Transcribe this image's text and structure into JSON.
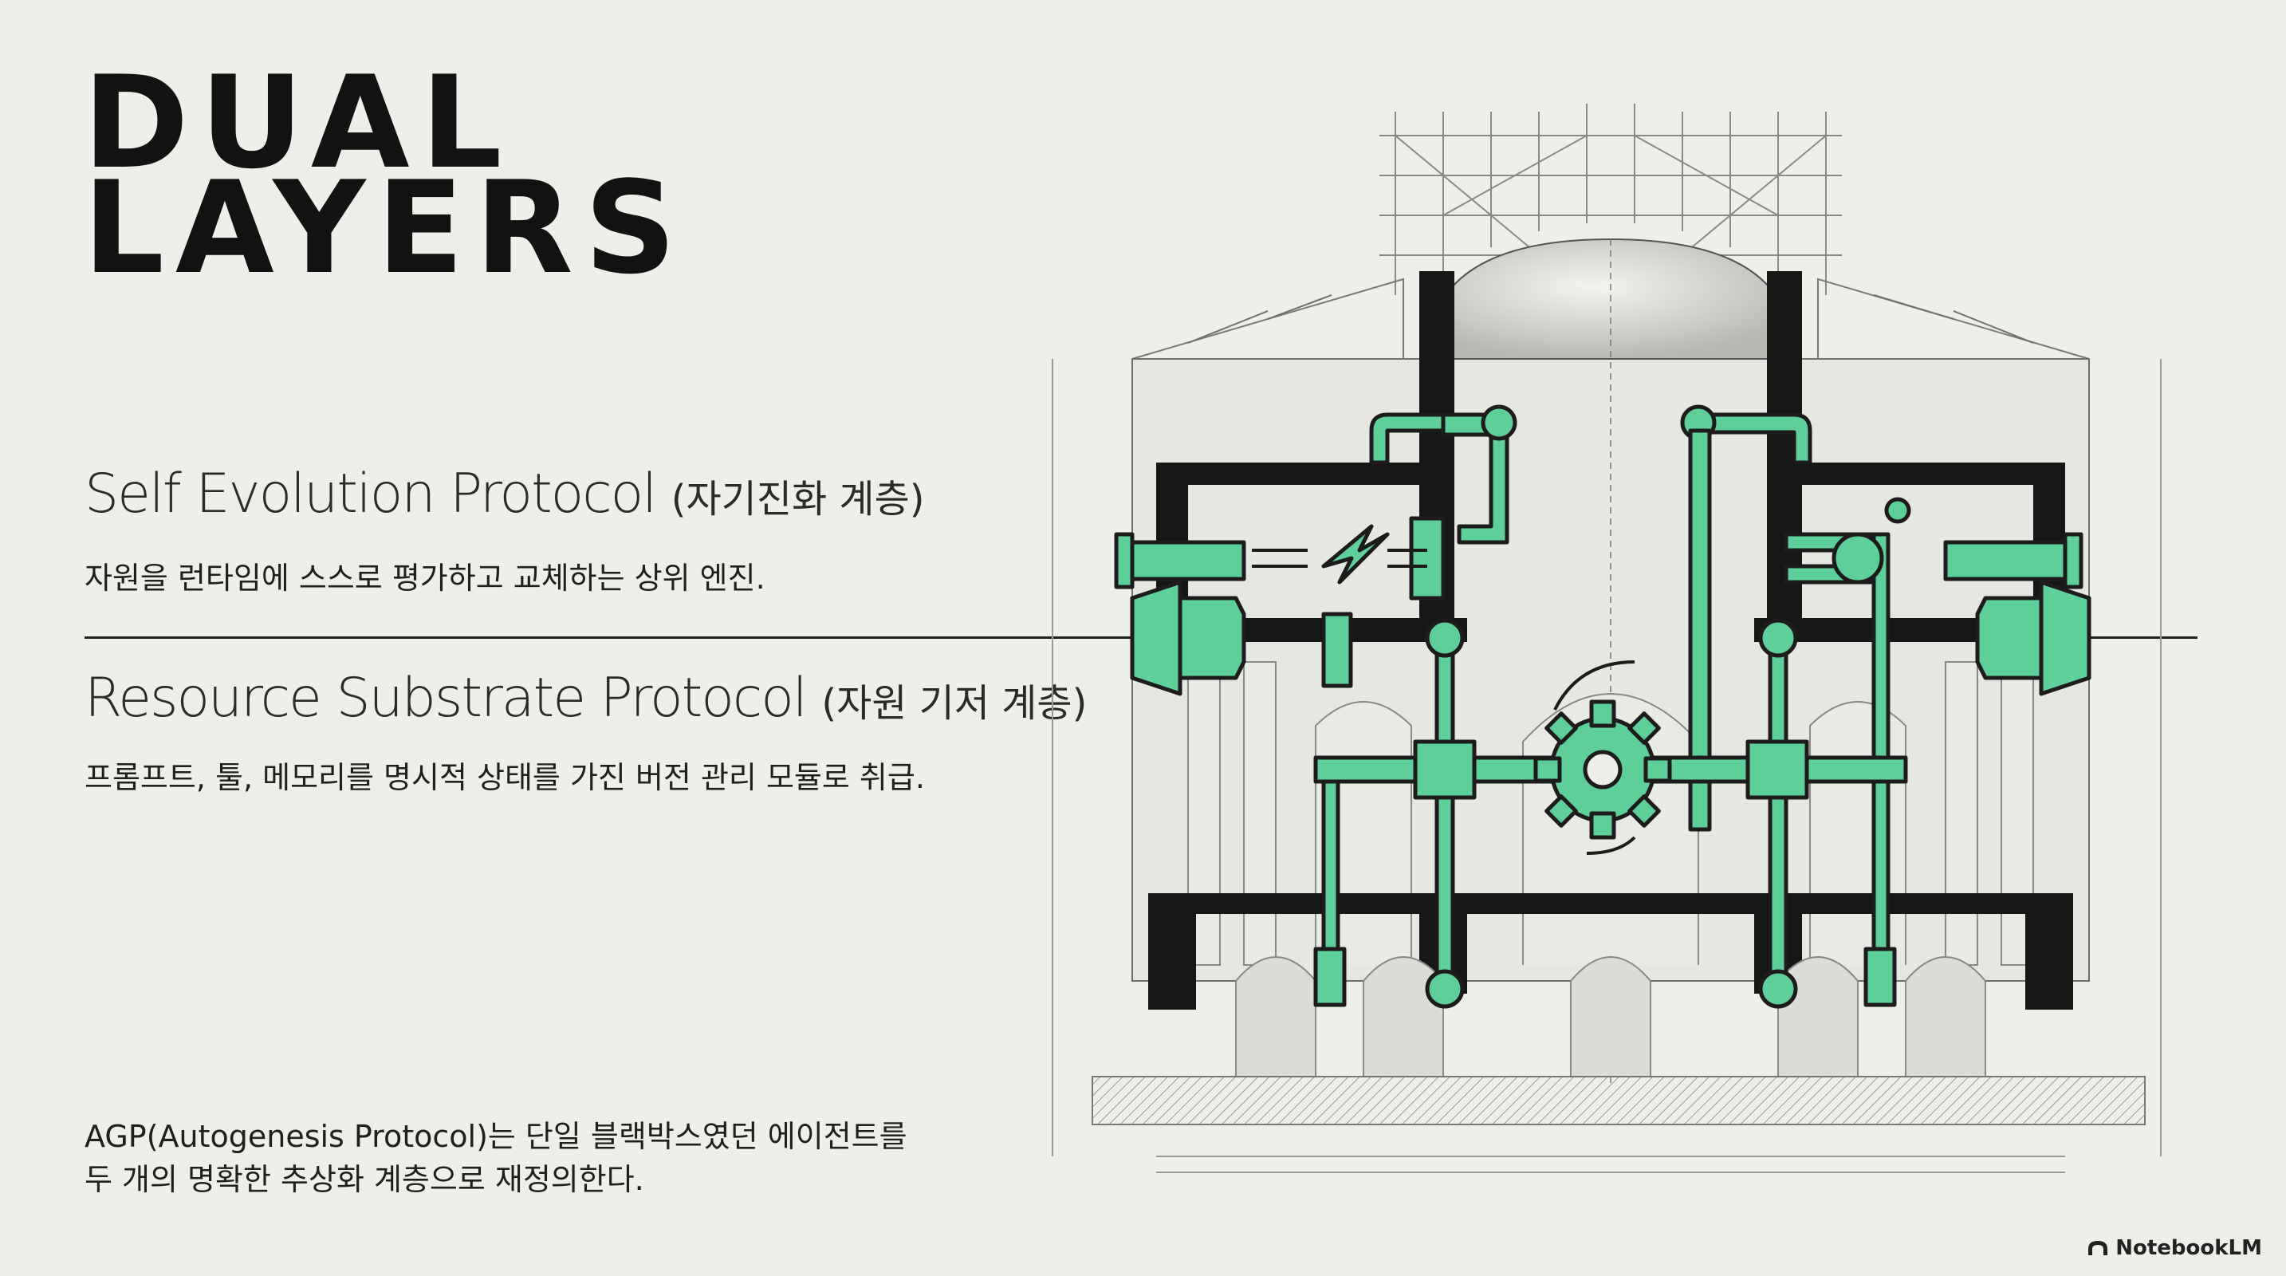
{
  "slide": {
    "title_line1": "DUAL",
    "title_line2": "LAYERS",
    "layer1": {
      "title": "Self Evolution Protocol",
      "title_ko": "(자기진화 계층)",
      "description": "자원을 런타임에 스스로 평가하고 교체하는 상위 엔진."
    },
    "layer2": {
      "title": "Resource Substrate Protocol",
      "title_ko": "(자원 기저 계층)",
      "description": "프롬프트, 툴, 메모리를 명시적 상태를 가진 버전 관리 모듈로 취급."
    },
    "summary_line1": "AGP(Autogenesis Protocol)는 단일 블랙박스였던 에이전트를",
    "summary_line2": "두 개의 명확한 추상화 계층으로 재정의한다.",
    "brand": "NotebookLM"
  },
  "colors": {
    "background": "#efefe9",
    "accent": "#5fcf9a",
    "ink": "#121212"
  },
  "icons": [
    "building-cross-section-illustration",
    "gear-icon",
    "lightning-icon",
    "notebooklm-logo-icon"
  ]
}
